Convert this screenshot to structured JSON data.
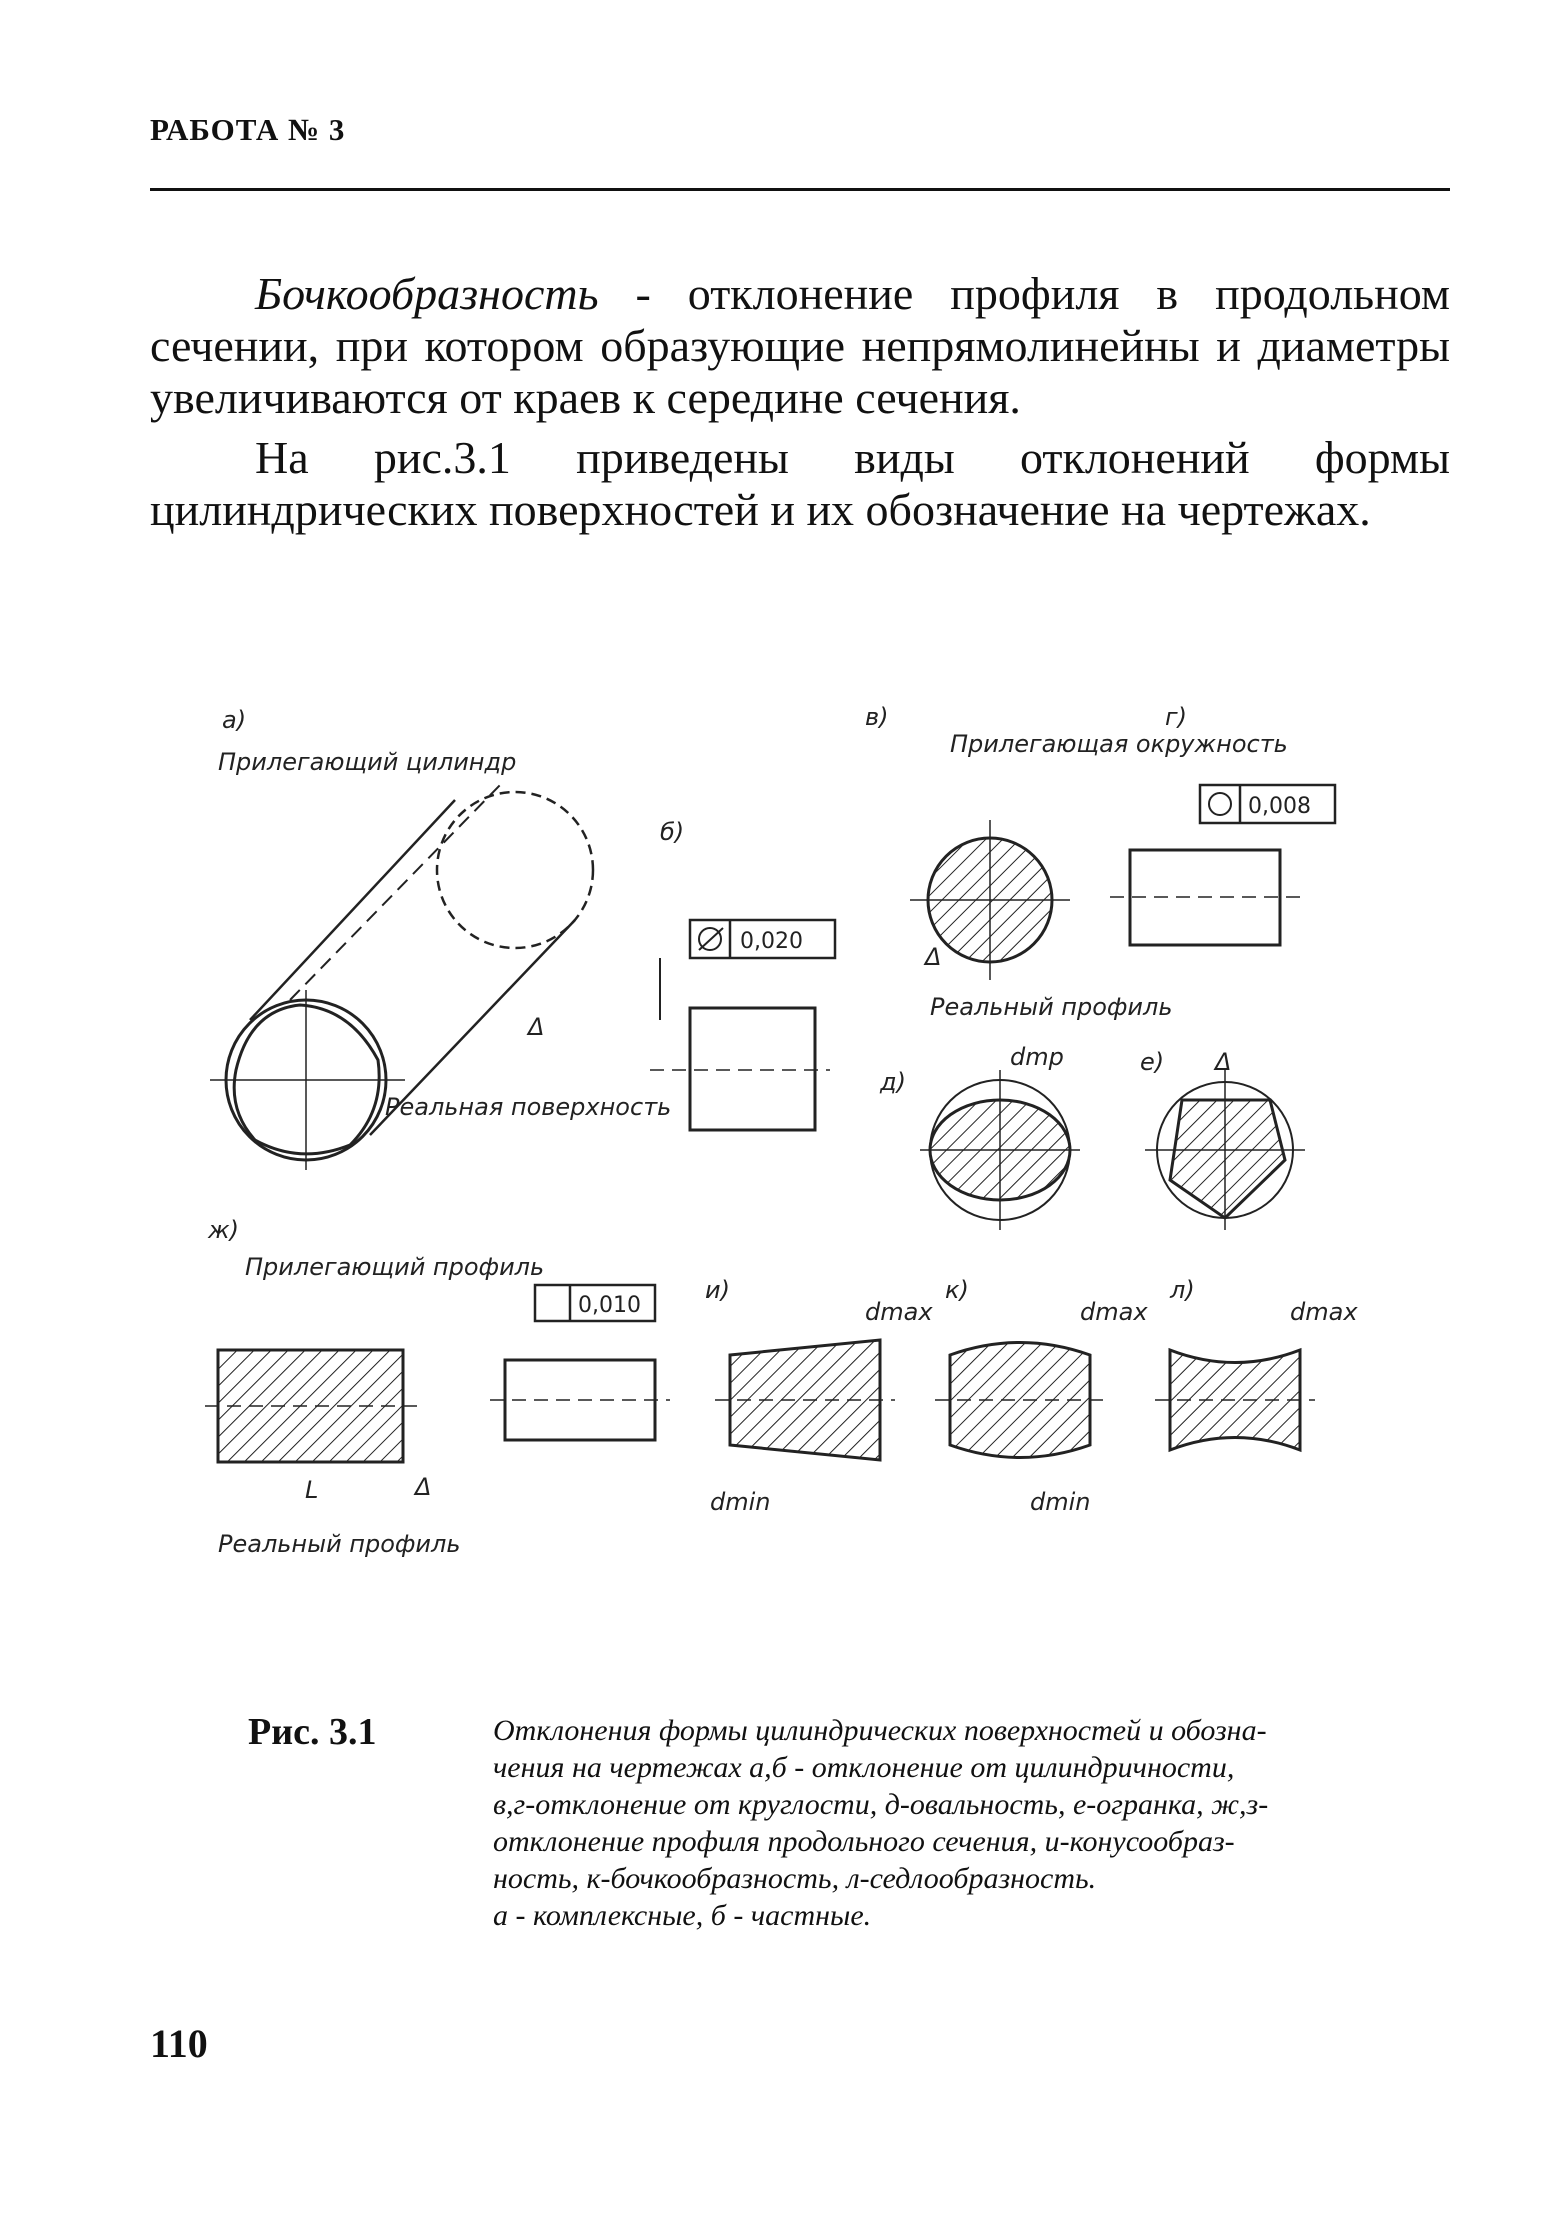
{
  "header": {
    "title": "РАБОТА № 3"
  },
  "body": {
    "p1_term": "Бочкообразность",
    "p1_rest": " - отклонение профиля в продольном сечении, при котором образующие непрямолинейны и диаметры увеличиваются от краев к середине сечения.",
    "p2": "На рис.3.1 приведены виды отклонений формы цилиндрических поверхностей и их обозначение на чертежах."
  },
  "figure": {
    "labels": {
      "a": "а)",
      "b": "б)",
      "v": "в)",
      "g": "г)",
      "d": "д)",
      "e": "е)",
      "zh": "ж)",
      "i": "и)",
      "k": "к)",
      "l": "л)",
      "adj_cylinder": "Прилегающий цилиндр",
      "real_surface": "Реальная поверхность",
      "adj_circle": "Прилегающая окружность",
      "real_profile": "Реальный профиль",
      "adj_profile": "Прилегающий профиль",
      "real_profile2": "Реальный профиль",
      "L": "L",
      "delta": "Δ",
      "dmax": "dmax",
      "dmin": "dmin",
      "dmp": "dmp"
    },
    "frames": {
      "cyl_tol": "0,020",
      "round_tol": "0,008",
      "profile_tol": "0,010"
    }
  },
  "caption": {
    "title": "Рис. 3.1",
    "lines": [
      "Отклонения формы цилиндрических поверхностей и обозна-",
      "чения на чертежах а,б - отклонение от цилиндричности,",
      "в,г-отклонение от круглости, д-овальность, е-огранка, ж,з-",
      "отклонение профиля продольного сечения, и-конусообраз-",
      "ность, к-бочкообразность, л-седлообразность.",
      "а - комплексные, б - частные."
    ]
  },
  "footer": {
    "page_number": "110"
  }
}
